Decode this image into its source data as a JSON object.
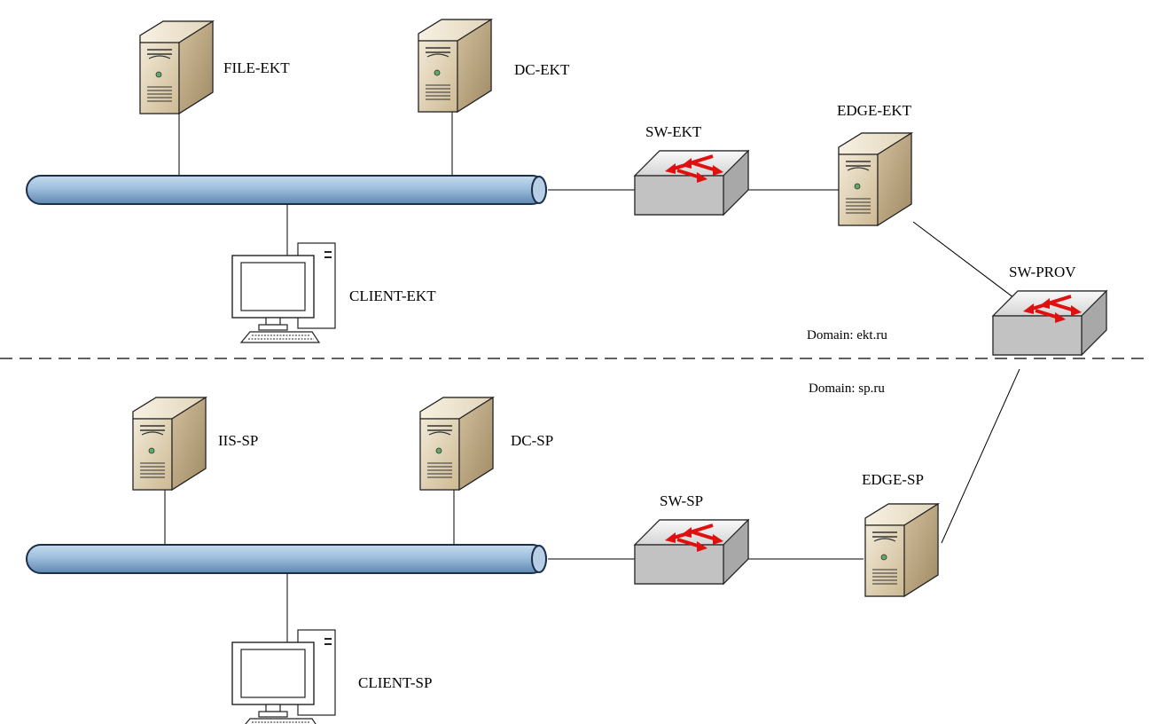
{
  "colors": {
    "bus_fill": "#8aaed0",
    "server_face": "#d8c8a6",
    "switch_arrow": "#e01010"
  },
  "zones": {
    "upper": "Domain: ekt.ru",
    "lower": "Domain: sp.ru"
  },
  "nodes": {
    "file_ekt": "FILE-EKT",
    "dc_ekt": "DC-EKT",
    "client_ekt": "CLIENT-EKT",
    "sw_ekt": "SW-EKT",
    "edge_ekt": "EDGE-EKT",
    "sw_prov": "SW-PROV",
    "iis_sp": "IIS-SP",
    "dc_sp": "DC-SP",
    "client_sp": "CLIENT-SP",
    "sw_sp": "SW-SP",
    "edge_sp": "EDGE-SP"
  },
  "icons": {
    "server": "server-tower-icon",
    "switch": "network-switch-icon",
    "workstation": "workstation-icon",
    "bus": "ethernet-bus"
  }
}
